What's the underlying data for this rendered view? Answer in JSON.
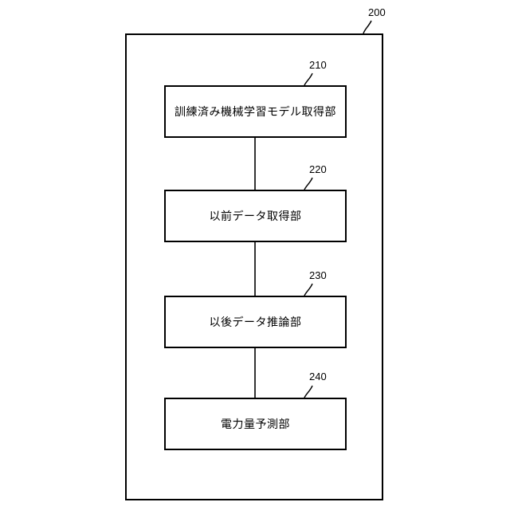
{
  "outer": {
    "ref": "200"
  },
  "blocks": [
    {
      "ref": "210",
      "label": "訓練済み機械学習モデル取得部"
    },
    {
      "ref": "220",
      "label": "以前データ取得部"
    },
    {
      "ref": "230",
      "label": "以後データ推論部"
    },
    {
      "ref": "240",
      "label": "電力量予測部"
    }
  ]
}
